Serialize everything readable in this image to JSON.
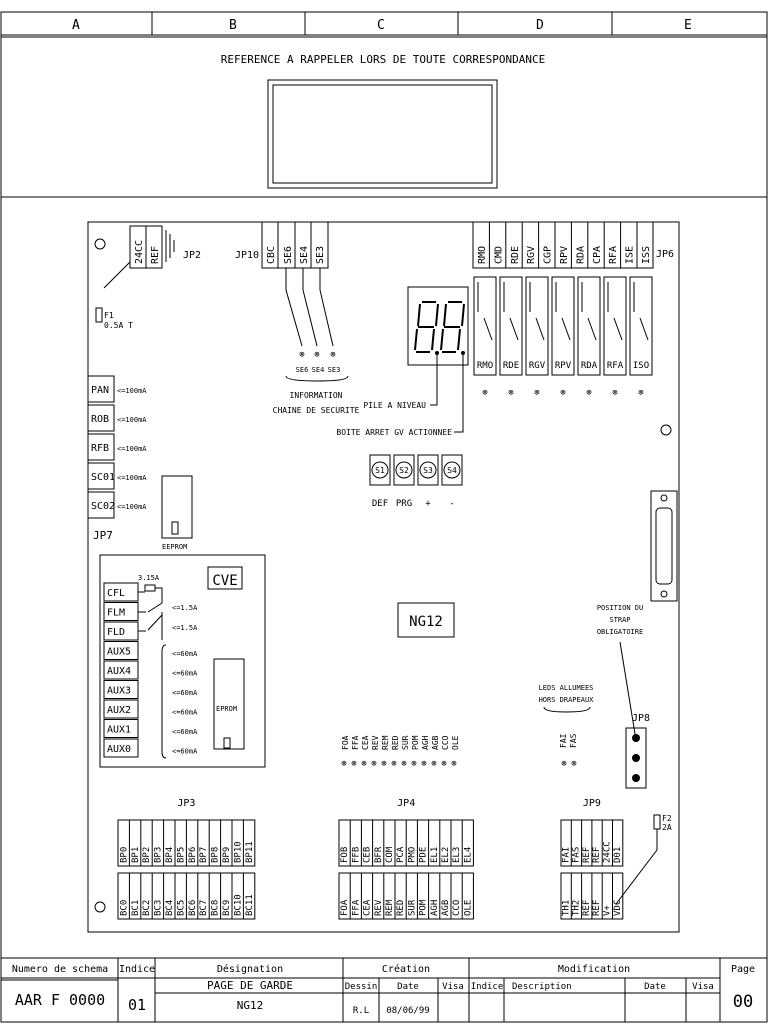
{
  "frame": {
    "columns": [
      "A",
      "B",
      "C",
      "D",
      "E"
    ],
    "reference_banner": "REFERENCE A RAPPELER LORS DE TOUTE CORRESPONDANCE"
  },
  "board": {
    "power": {
      "pins": [
        "24CC",
        "REF"
      ],
      "jumper": "JP2"
    },
    "fuse1": {
      "label": "F1",
      "rating": "0.5A T"
    },
    "safety": {
      "jumper": "JP10",
      "pins": [
        "CBC",
        "SE6",
        "SE4",
        "SE3"
      ],
      "leds": [
        "SE6",
        "SE4",
        "SE3"
      ],
      "caption1": "INFORMATION",
      "caption2": "CHAINE DE SECURITE"
    },
    "relay_pins": [
      "RMO",
      "CMD",
      "RDE",
      "RGV",
      "CGP",
      "RPV",
      "RDA",
      "CPA",
      "RFA",
      "ISE",
      "ISS"
    ],
    "relay_jumper": "JP6",
    "relays": [
      "RMO",
      "RDE",
      "RGV",
      "RPV",
      "RDA",
      "RFA",
      "ISO"
    ],
    "pile_label": "PILE A NIVEAU",
    "boite_label": "BOITE ARRET GV ACTIONNEE",
    "buttons": [
      "S1",
      "S2",
      "S3",
      "S4"
    ],
    "button_captions": [
      "DEF",
      "PRG",
      "+",
      "-"
    ],
    "left_outputs": [
      {
        "name": "PAN",
        "limit": "<=100mA"
      },
      {
        "name": "ROB",
        "limit": "<=100mA"
      },
      {
        "name": "RFB",
        "limit": "<=100mA"
      },
      {
        "name": "SC01",
        "limit": "<=100mA"
      },
      {
        "name": "SC02",
        "limit": "<=100mA"
      }
    ],
    "jp7": "JP7",
    "eeprom": "EEPROM",
    "cve": {
      "title": "CVE",
      "fuse": "3.15A",
      "rows": [
        "CFL",
        "FLM",
        "FLD",
        "AUX5",
        "AUX4",
        "AUX3",
        "AUX2",
        "AUX1",
        "AUX0"
      ],
      "limits": [
        "<=1.5A",
        "<=1.5A",
        "<=60mA",
        "<=60mA",
        "<=60mA",
        "<=60mA",
        "<=60mA",
        "<=60mA"
      ],
      "eprom": "EPROM"
    },
    "ng12": "NG12",
    "strap": [
      "POSITION DU",
      "STRAP",
      "OBLIGATOIRE"
    ],
    "leds_flag": [
      "LEDS ALLUMEES",
      "HORS DRAPEAUX"
    ],
    "leds_flag_names": [
      "FAI",
      "FAS"
    ],
    "jp8": "JP8",
    "status_leds": [
      "FOA",
      "FFA",
      "CEA",
      "REV",
      "REM",
      "RED",
      "SUR",
      "POM",
      "AGH",
      "AGB",
      "CCO",
      "OLE"
    ],
    "jp3": {
      "title": "JP3",
      "top": [
        "BP0",
        "BP1",
        "BP2",
        "BP3",
        "BP4",
        "BP5",
        "BP6",
        "BP7",
        "BP8",
        "BP9",
        "BP10",
        "BP11"
      ],
      "bottom": [
        "BC0",
        "BC1",
        "BC2",
        "BC3",
        "BC4",
        "BC5",
        "BC6",
        "BC7",
        "BC8",
        "BC9",
        "BC10",
        "BC11"
      ]
    },
    "jp4": {
      "title": "JP4",
      "top": [
        "FOB",
        "FFB",
        "CEB",
        "BFR",
        "COM",
        "PCA",
        "PMO",
        "PDE",
        "EL1",
        "EL2",
        "EL3",
        "EL4"
      ],
      "bottom": [
        "FOA",
        "FFA",
        "CEA",
        "REV",
        "REM",
        "RED",
        "SUR",
        "POM",
        "AGH",
        "AGB",
        "CCO",
        "OLE"
      ]
    },
    "jp9": {
      "title": "JP9",
      "top": [
        "FAI",
        "FAS",
        "REF",
        "REF",
        "24CC",
        "D01"
      ],
      "bottom": [
        "TH1",
        "TH2",
        "REF",
        "REF",
        "V+",
        "VDC"
      ]
    },
    "fuse2": {
      "label": "F2",
      "rating": "2A"
    }
  },
  "title_block": {
    "h_schema": "Numero de schema",
    "h_indice": "Indice",
    "h_designation": "Désignation",
    "h_creation": "Création",
    "h_modification": "Modification",
    "h_page": "Page",
    "h_dessin": "Dessin",
    "h_date": "Date",
    "h_visa": "Visa",
    "h_indice2": "Indice",
    "h_description": "Description",
    "h_date2": "Date",
    "h_visa2": "Visa",
    "schema": "AAR F 0000",
    "indice": "01",
    "designation1": "PAGE DE GARDE",
    "designation2": "NG12",
    "dessin": "R.L",
    "date": "08/06/99",
    "page": "00"
  }
}
